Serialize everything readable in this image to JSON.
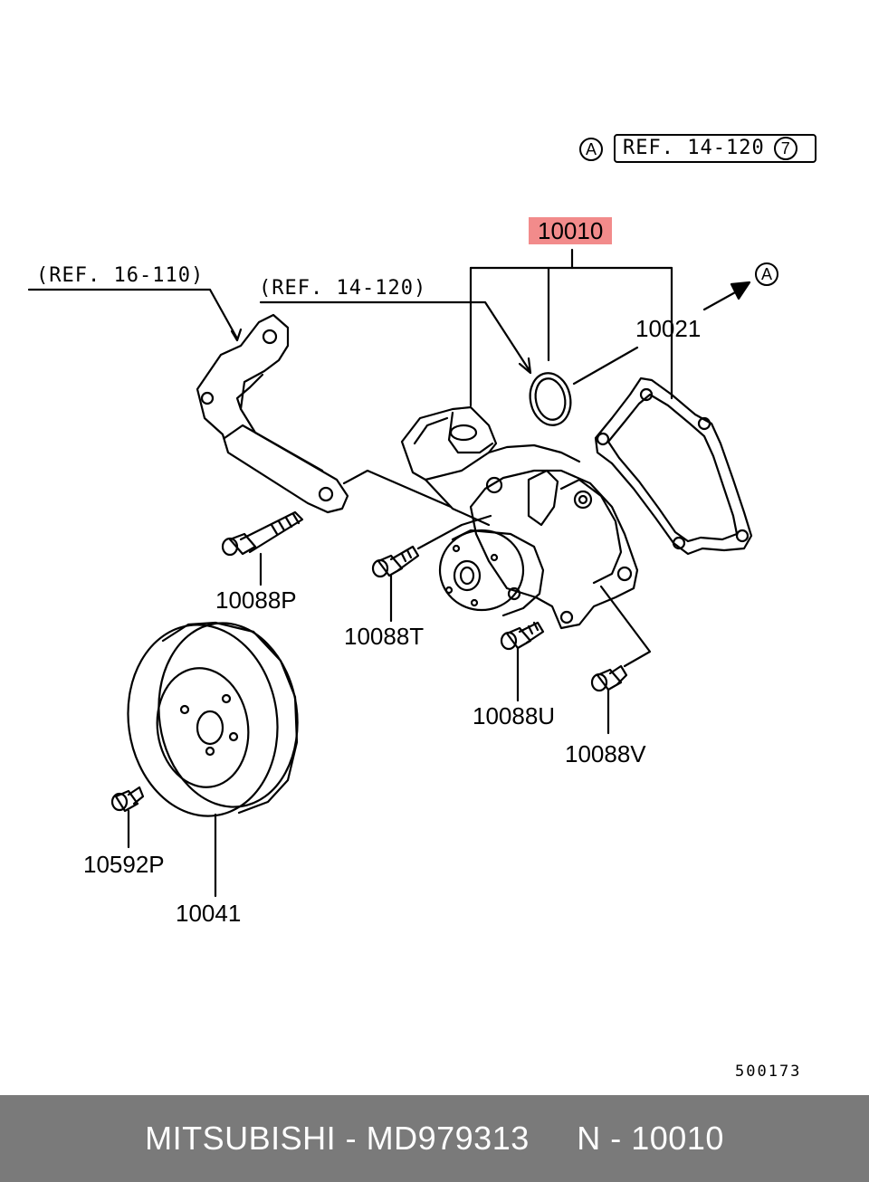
{
  "top_ref": {
    "marker": "A",
    "text": "REF. 14-120",
    "page_no": "7"
  },
  "main_part": "10010",
  "refs": {
    "left": "(REF. 16-110)",
    "middle": "(REF. 14-120)",
    "arrow_marker": "A"
  },
  "parts": {
    "gasket": "10021",
    "bolt_p": "10088P",
    "bolt_t": "10088T",
    "bolt_u": "10088U",
    "bolt_v": "10088V",
    "pulley_bolt": "10592P",
    "pulley": "10041"
  },
  "diagram_code": "500173",
  "footer": {
    "brand": "MITSUBISHI",
    "sep1": " - ",
    "part_number": "MD979313",
    "gap": "     ",
    "ref_prefix": "N",
    "sep2": " - ",
    "ref_number": "10010"
  },
  "colors": {
    "highlight": "#f28b8b",
    "footer_bg": "#7a7a7a"
  }
}
